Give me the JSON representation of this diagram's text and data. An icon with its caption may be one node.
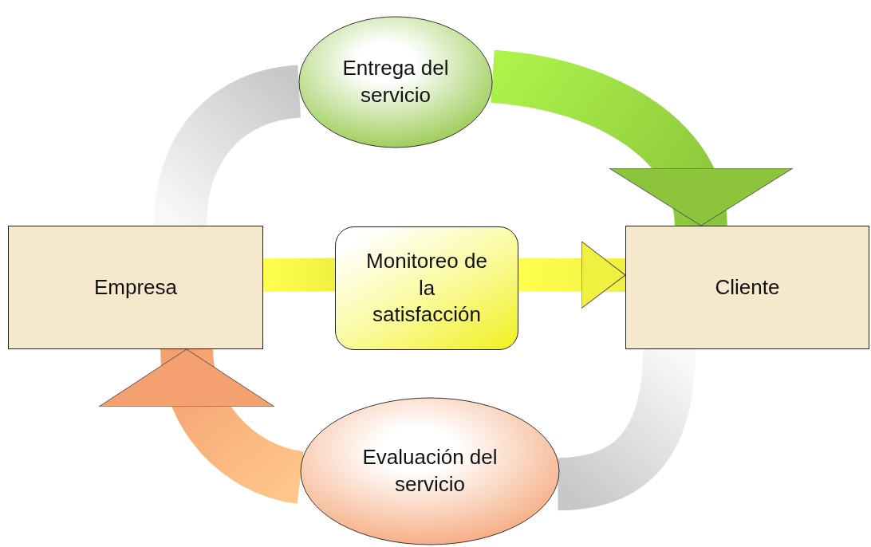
{
  "diagram": {
    "nodes": [
      {
        "text": [
          "Empresa"
        ]
      },
      {
        "text": [
          "Entrega del servicio"
        ]
      },
      {
        "text": [
          "Monitoreo de la satisfacción"
        ]
      },
      {
        "text": [
          "Cliente"
        ]
      },
      {
        "text": [
          "Evaluación del servicio"
        ]
      }
    ],
    "edges": [
      {
        "from": 0,
        "to": 1,
        "arrow": "none",
        "color": "#c8c8c8"
      },
      {
        "from": 1,
        "to": 3,
        "arrow": "to",
        "color": "#8cc43c"
      },
      {
        "from": 0,
        "to": 2,
        "arrow": "none",
        "color": "#f0f040"
      },
      {
        "from": 2,
        "to": 3,
        "arrow": "to",
        "color": "#f0f040"
      },
      {
        "from": 3,
        "to": 4,
        "arrow": "none",
        "color": "#c8c8c8"
      },
      {
        "from": 4,
        "to": 0,
        "arrow": "to",
        "color": "#f4a070"
      }
    ]
  }
}
